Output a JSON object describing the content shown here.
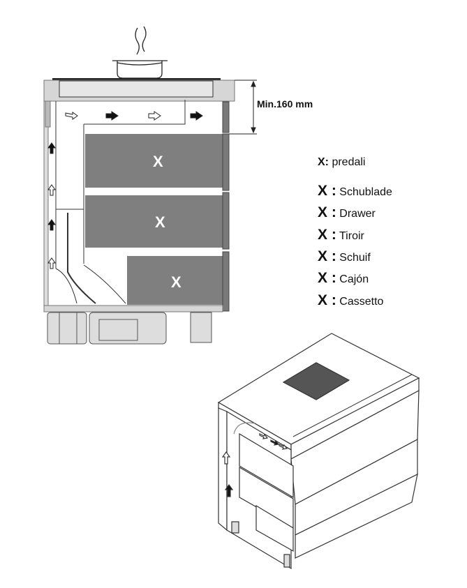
{
  "dimension_label": "Min.160 mm",
  "drawer_marker": "X",
  "legend": {
    "title": {
      "key": "X:",
      "text": "predali"
    },
    "items": [
      {
        "key": "X :",
        "text": "Schublade"
      },
      {
        "key": "X :",
        "text": "Drawer"
      },
      {
        "key": "X :",
        "text": "Tiroir"
      },
      {
        "key": "X :",
        "text": "Schuif"
      },
      {
        "key": "X :",
        "text": "Cajón"
      },
      {
        "key": "X :",
        "text": "Cassetto"
      }
    ]
  }
}
